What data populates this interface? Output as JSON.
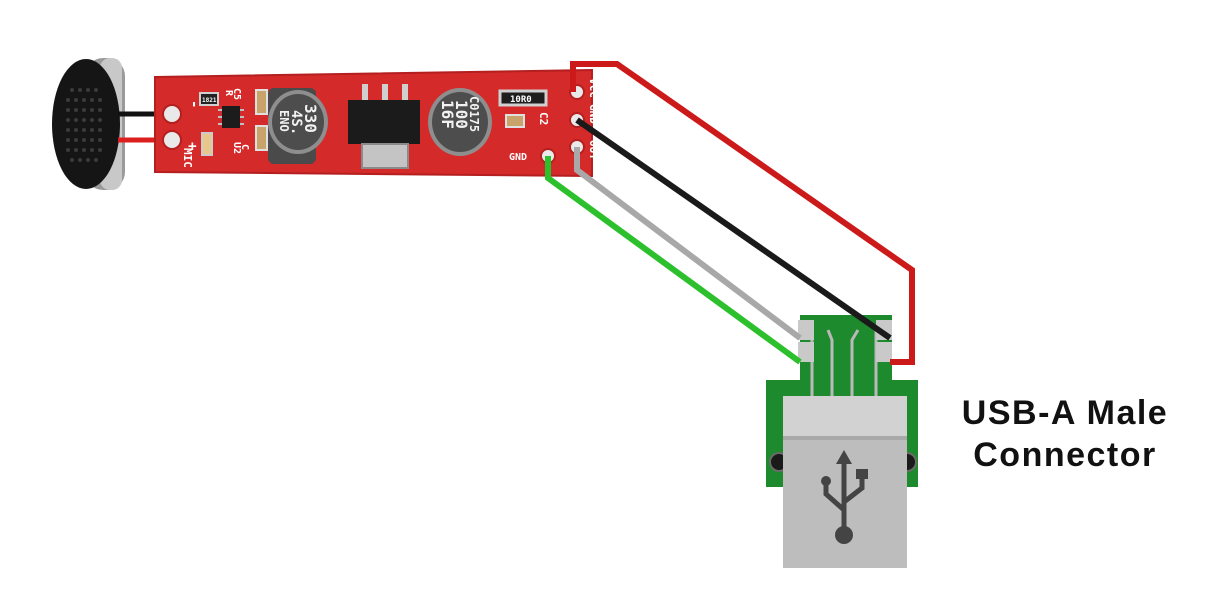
{
  "board": {
    "pins": {
      "vcc": "VCC",
      "gnd_top": "GND",
      "out": "OUT",
      "gnd": "GND"
    },
    "silk": {
      "mic": "MIC",
      "plus": "+",
      "minus": "-",
      "c5": "C5",
      "r": "R",
      "u2": "U2",
      "c": "C",
      "c2": "C2"
    },
    "cap1": [
      "330",
      "4S.",
      "ENO"
    ],
    "cap2": [
      "C0175",
      "100",
      "16F"
    ],
    "resistor": "10R0",
    "small_resistor": "1821"
  },
  "usb": {
    "caption_line1": "USB-A Male",
    "caption_line2": "Connector"
  },
  "colors": {
    "pcb": "#d42a2a",
    "usb_pcb": "#1e8a2e",
    "wire_red": "#cc1a1a",
    "wire_black": "#1a1a1a",
    "wire_gray": "#a8a8a8",
    "wire_green": "#2cc02c",
    "usb_shell": "#b9b9b9"
  },
  "icons": {
    "usb": "usb-icon"
  }
}
